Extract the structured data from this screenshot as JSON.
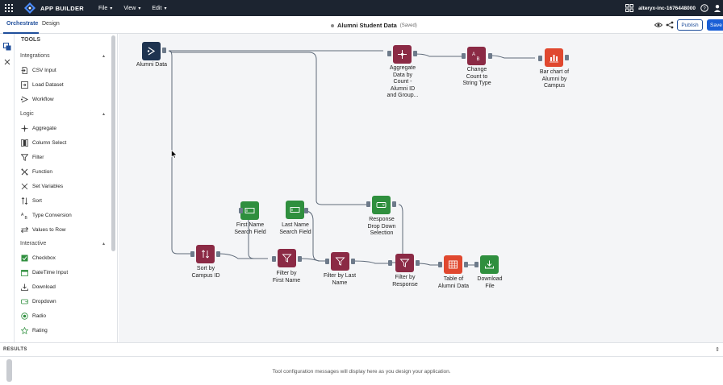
{
  "topbar": {
    "app_name": "APP BUILDER",
    "menus": [
      "File",
      "View",
      "Edit"
    ],
    "org": "alteryx-inc-1676448000"
  },
  "subbar": {
    "tabs": [
      "Orchestrate",
      "Design"
    ],
    "doc_name": "Alumni Student Data",
    "doc_status": "(Saved)",
    "publish": "Publish",
    "save": "Save"
  },
  "tools": {
    "title": "TOOLS",
    "sections": [
      "Integrations",
      "Logic",
      "Interactive"
    ],
    "integrations": [
      "CSV Input",
      "Load Dataset",
      "Workflow"
    ],
    "logic": [
      "Aggregate",
      "Column Select",
      "Filter",
      "Function",
      "Set Variables",
      "Sort",
      "Type Conversion",
      "Values to Row"
    ],
    "interactive": [
      "Checkbox",
      "DateTime Input",
      "Download",
      "Dropdown",
      "Radio",
      "Rating"
    ]
  },
  "nodes": {
    "alumni_data": [
      "Alumni Data"
    ],
    "aggregate": [
      "Aggregate",
      "Data by",
      "Count -",
      "Alumni ID",
      "and Group..."
    ],
    "change_count": [
      "Change",
      "Count to",
      "String Type"
    ],
    "bar_chart": [
      "Bar chart of",
      "Alumni by",
      "Campus"
    ],
    "response_dropdown": [
      "Response",
      "Drop Down",
      "Selection"
    ],
    "first_name": [
      "First Name",
      "Search Field"
    ],
    "last_name": [
      "Last Name",
      "Search Field"
    ],
    "sort": [
      "Sort by",
      "Campus ID"
    ],
    "filter_first": [
      "Filter by",
      "First Name"
    ],
    "filter_last": [
      "Filter by Last",
      "Name"
    ],
    "filter_response": [
      "Filter by",
      "Response"
    ],
    "table": [
      "Table of",
      "Alumni Data"
    ],
    "download": [
      "Download",
      "File"
    ]
  },
  "colors": {
    "input_node": "#1e3350",
    "logic_node": "#8b2a45",
    "interactive_node": "#2f8f3e",
    "output_node": "#e0482f",
    "accent": "#1a5fd6"
  },
  "results": {
    "label": "RESULTS",
    "message": "Tool configuration messages will display here as you design your application."
  }
}
